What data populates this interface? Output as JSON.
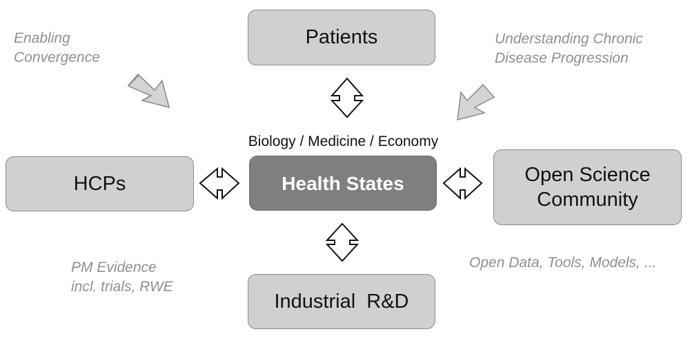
{
  "diagram": {
    "patients": "Patients",
    "hcps": "HCPs",
    "health_states": "Health States",
    "open_science": [
      "Open Science",
      "Community"
    ],
    "industrial": "Industrial  R&D",
    "subtitle": "Biology / Medicine / Economy",
    "notes": {
      "enabling": [
        "Enabling",
        "Convergence"
      ],
      "understanding": [
        "Understanding Chronic",
        "Disease Progression"
      ],
      "pm_evidence": [
        "PM Evidence",
        "incl. trials, RWE"
      ],
      "open_data": "Open Data, Tools, Models, ..."
    }
  }
}
